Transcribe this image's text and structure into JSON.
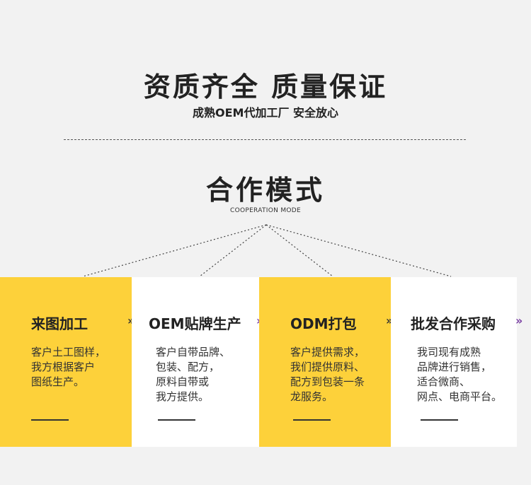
{
  "header": {
    "title": "资质齐全 质量保证",
    "subtitle": "成熟OEM代加工厂 安全放心"
  },
  "cooperation": {
    "title": "合作模式",
    "title_en": "COOPERATION MODE"
  },
  "cards": [
    {
      "title": "来图加工",
      "body": "客户土工图样，\n我方根据客户\n图纸生产。"
    },
    {
      "title": "OEM贴牌生产",
      "body": "客户自带品牌、\n包装、配方，\n原料自带或\n我方提供。"
    },
    {
      "title": "ODM打包",
      "body": "客户提供需求，\n我们提供原料、\n配方到包装一条\n龙服务。"
    },
    {
      "title": "批发合作采购",
      "body": "我司现有成熟\n品牌进行销售，\n适合微商、\n网点、电商平台。"
    }
  ],
  "chevron": "»",
  "colors": {
    "yellow": "#fdd13a",
    "white": "#ffffff",
    "accent_purple": "#7a3fa3",
    "background": "#f2f2f2"
  }
}
